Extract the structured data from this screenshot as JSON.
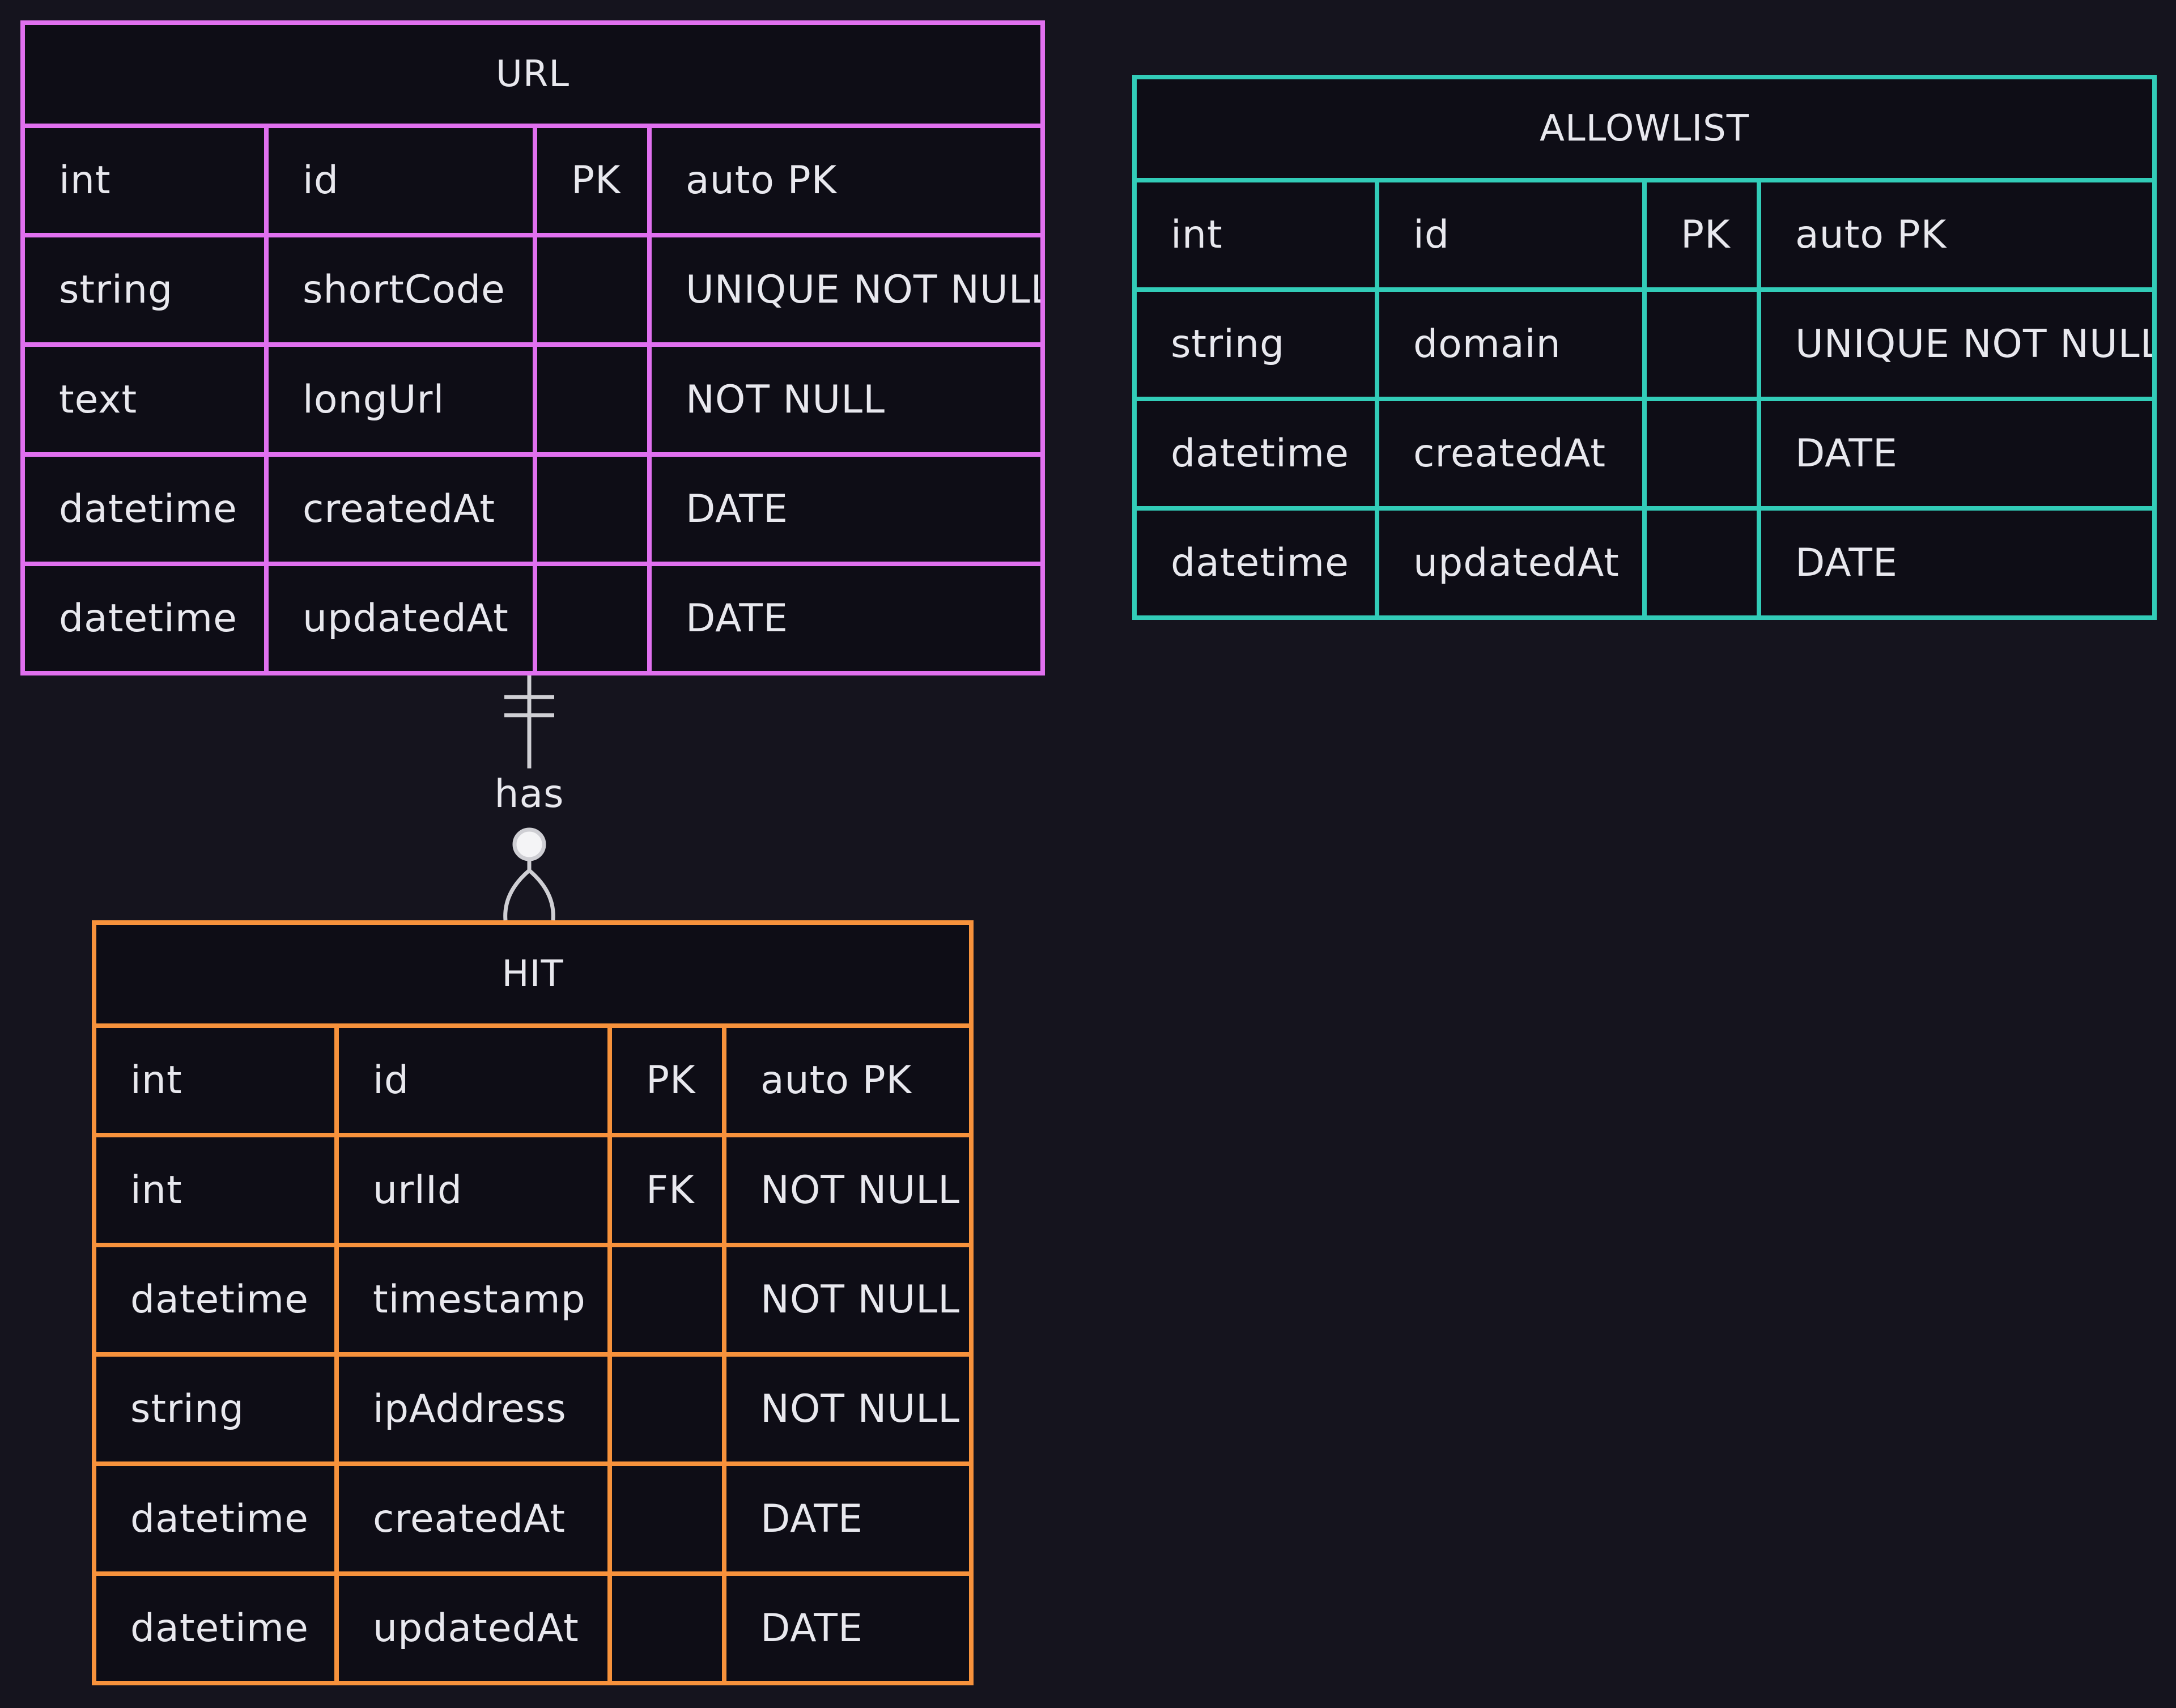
{
  "entities": {
    "url": {
      "name": "URL",
      "rows": [
        [
          "int",
          "id",
          "PK",
          "auto PK"
        ],
        [
          "string",
          "shortCode",
          "",
          "UNIQUE NOT NULL"
        ],
        [
          "text",
          "longUrl",
          "",
          "NOT NULL"
        ],
        [
          "datetime",
          "createdAt",
          "",
          "DATE"
        ],
        [
          "datetime",
          "updatedAt",
          "",
          "DATE"
        ]
      ],
      "color": "#e070ef"
    },
    "allowlist": {
      "name": "ALLOWLIST",
      "rows": [
        [
          "int",
          "id",
          "PK",
          "auto PK"
        ],
        [
          "string",
          "domain",
          "",
          "UNIQUE NOT NULL"
        ],
        [
          "datetime",
          "createdAt",
          "",
          "DATE"
        ],
        [
          "datetime",
          "updatedAt",
          "",
          "DATE"
        ]
      ],
      "color": "#32ccb8"
    },
    "hit": {
      "name": "HIT",
      "rows": [
        [
          "int",
          "id",
          "PK",
          "auto PK"
        ],
        [
          "int",
          "urlId",
          "FK",
          "NOT NULL"
        ],
        [
          "datetime",
          "timestamp",
          "",
          "NOT NULL"
        ],
        [
          "string",
          "ipAddress",
          "",
          "NOT NULL"
        ],
        [
          "datetime",
          "createdAt",
          "",
          "DATE"
        ],
        [
          "datetime",
          "updatedAt",
          "",
          "DATE"
        ]
      ],
      "color": "#f7923c"
    }
  },
  "relationship": {
    "label": "has",
    "from": "URL",
    "to": "HIT",
    "from_cardinality": "exactly-one",
    "to_cardinality": "zero-or-more"
  },
  "colors": {
    "background": "#15141e",
    "entity_fill": "#0e0d16",
    "text": "#e8e8ee",
    "connector": "#cfcfd4"
  }
}
